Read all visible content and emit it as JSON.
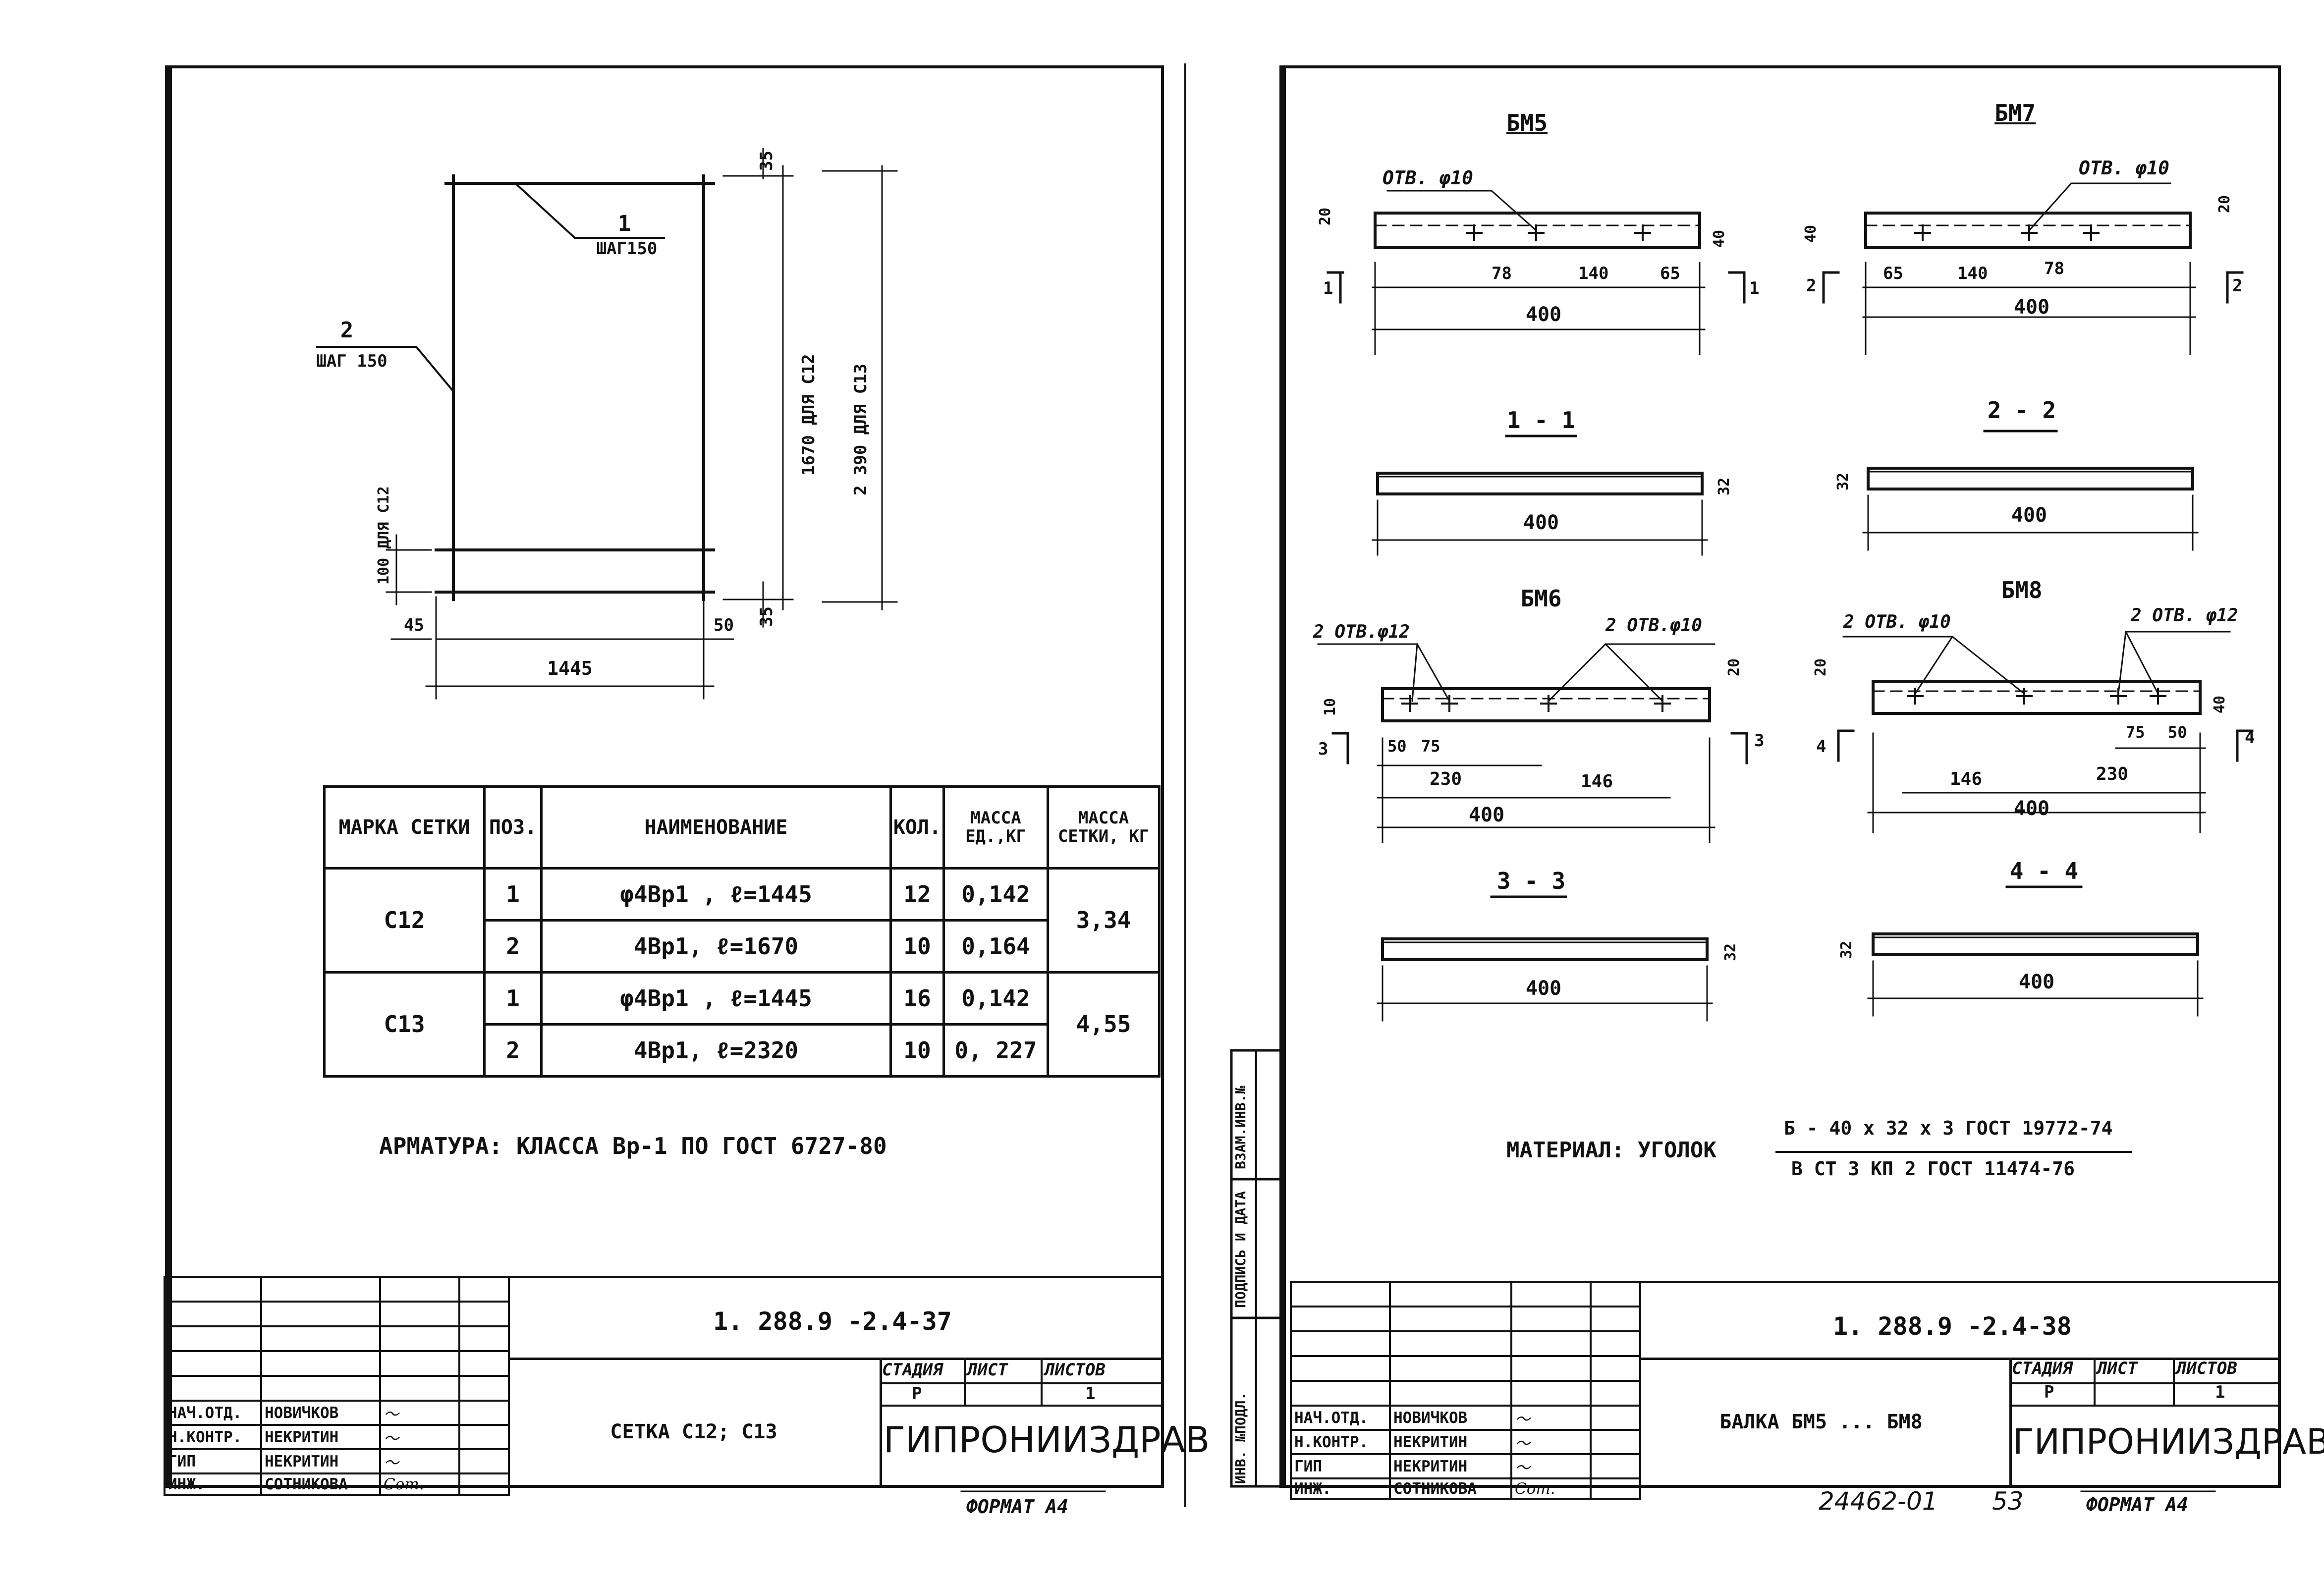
{
  "left_sheet": {
    "drawing": {
      "label_pos1_num": "1",
      "label_pos1_step": "ШАГ150",
      "label_pos2_num": "2",
      "label_pos2_step": "ШАГ 150",
      "dim_35_top": "35",
      "dim_35_bottom": "35",
      "dim_1670": "1670 ДЛЯ С12",
      "dim_2390": "2 390 ДЛЯ С13",
      "dim_100": "100 ДЛЯ С12",
      "dim_45": "45",
      "dim_50": "50",
      "dim_1445": "1445"
    },
    "table": {
      "headers": {
        "mark": "МАРКА СЕТКИ",
        "pos": "ПОЗ.",
        "name": "НАИМЕНОВАНИЕ",
        "qty": "КОЛ.",
        "mass_unit": "МАССА ЕД.,КГ",
        "mass_mesh": "МАССА СЕТКИ, КГ"
      },
      "groups": [
        {
          "mark": "С12",
          "total": "3,34",
          "rows": [
            {
              "pos": "1",
              "name": "φ4Вр1 ,   ℓ=1445",
              "qty": "12",
              "mass": "0,142"
            },
            {
              "pos": "2",
              "name": "4Вр1,   ℓ=1670",
              "qty": "10",
              "mass": "0,164"
            }
          ]
        },
        {
          "mark": "С13",
          "total": "4,55",
          "rows": [
            {
              "pos": "1",
              "name": "φ4Вр1 ,   ℓ=1445",
              "qty": "16",
              "mass": "0,142"
            },
            {
              "pos": "2",
              "name": "4Вр1,   ℓ=2320",
              "qty": "10",
              "mass": "0, 227"
            }
          ]
        }
      ]
    },
    "note": "АРМАТУРА:  КЛАССА  Вр-1   ПО   ГОСТ 6727-80",
    "title_block": {
      "code": "1. 288.9 -2.4-37",
      "title": "СЕТКА С12;  С13",
      "stage_label": "СТАДИЯ",
      "sheet_label": "ЛИСТ",
      "sheets_label": "ЛИСТОВ",
      "stage": "Р",
      "sheets": "1",
      "org": "ГИПРОНИИЗДРАВ",
      "people": [
        {
          "role": "НАЧ.ОТД.",
          "name": "НОВИЧКОВ"
        },
        {
          "role": "Н.КОНТР.",
          "name": "НЕКРИТИН"
        },
        {
          "role": "ГИП",
          "name": "НЕКРИТИН"
        },
        {
          "role": "ИНЖ.",
          "name": "СОТНИКОВА"
        }
      ],
      "sig4": "Сот."
    },
    "format": "ФОРМАТ А4"
  },
  "right_sheet": {
    "bm5": {
      "title": "БМ5",
      "hole": "ОТВ. φ10",
      "d20": "20",
      "d40": "40",
      "d78": "78",
      "d140": "140",
      "d65": "65",
      "d400": "400",
      "sec": "1"
    },
    "bm7": {
      "title": "БМ7",
      "hole": "ОТВ. φ10",
      "d20": "20",
      "d40": "40",
      "d65": "65",
      "d140": "140",
      "d78": "78",
      "d400": "400",
      "sec": "2"
    },
    "sec11": {
      "title": "1 - 1",
      "d32": "32",
      "d400": "400"
    },
    "sec22": {
      "title": "2 - 2",
      "d32": "32",
      "d400": "400"
    },
    "bm6": {
      "title": "БМ6",
      "hole1": "2 ОТВ.φ12",
      "hole2": "2 ОТВ.φ10",
      "d10": "10",
      "d20": "20",
      "d50": "50",
      "d75": "75",
      "d230": "230",
      "d146": "146",
      "d400": "400",
      "sec": "3"
    },
    "bm8": {
      "title": "БМ8",
      "hole1": "2 ОТВ. φ10",
      "hole2": "2 ОТВ. φ12",
      "d20": "20",
      "d40": "40",
      "d75": "75",
      "d50": "50",
      "d146": "146",
      "d230": "230",
      "d400": "400",
      "sec": "4"
    },
    "sec33": {
      "title": "3 - 3",
      "d32": "32",
      "d400": "400"
    },
    "sec44": {
      "title": "4 - 4",
      "d32": "32",
      "d400": "400"
    },
    "material_label": "МАТЕРИАЛ:   УГОЛОК",
    "material_top": "Б - 40 х 32 х 3   ГОСТ 19772-74",
    "material_bottom": "В СТ 3 КП 2     ГОСТ 11474-76",
    "side_stamp": {
      "inv": "ИНВ. №ПОДЛ.",
      "sign": "ПОДПИСЬ И ДАТА",
      "swap": "ВЗАМ.ИНВ.№"
    },
    "title_block": {
      "code": "1. 288.9 -2.4-38",
      "title": "БАЛКА  БМ5 ...  БМ8",
      "stage_label": "СТАДИЯ",
      "sheet_label": "ЛИСТ",
      "sheets_label": "ЛИСТОВ",
      "stage": "Р",
      "sheets": "1",
      "org": "ГИПРОНИИЗДРАВ",
      "people": [
        {
          "role": "НАЧ.ОТД.",
          "name": "НОВИЧКОВ"
        },
        {
          "role": "Н.КОНТР.",
          "name": "НЕКРИТИН"
        },
        {
          "role": "ГИП",
          "name": "НЕКРИТИН"
        },
        {
          "role": "ИНЖ.",
          "name": "СОТНИКОВА"
        }
      ],
      "sig4": "Сот."
    },
    "archive_no": "24462-01",
    "page_no": "53",
    "format": "ФОРМАТ А4"
  }
}
